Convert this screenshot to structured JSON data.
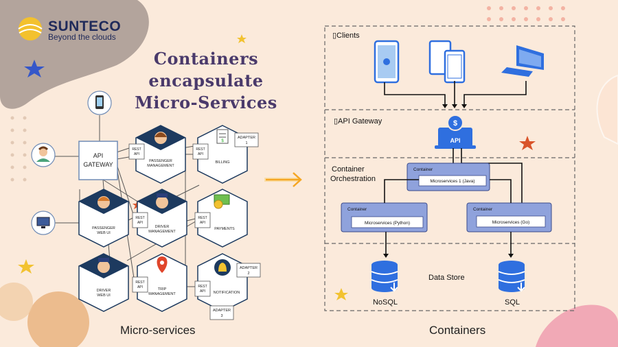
{
  "brand": {
    "name": "SUNTECO",
    "tagline": "Beyond the clouds"
  },
  "title_line1": "Containers encapsulate",
  "title_line2": "Micro-Services",
  "left": {
    "caption": "Micro-services",
    "gateway": {
      "line1": "API",
      "line2": "GATEWAY"
    },
    "rest_api": {
      "line1": "REST",
      "line2": "API"
    },
    "services": [
      {
        "line1": "PASSENGER",
        "line2": "MANAGEMENT"
      },
      {
        "line1": "BILLING",
        "line2": ""
      },
      {
        "line1": "PASSENGER",
        "line2": "WEB UI"
      },
      {
        "line1": "DRIVER",
        "line2": "MANAGEMENT"
      },
      {
        "line1": "PAYMENTS",
        "line2": ""
      },
      {
        "line1": "DRIVER",
        "line2": "WEB UI"
      },
      {
        "line1": "TRIP",
        "line2": "MANAGEMENT"
      },
      {
        "line1": "NOTIFICATION",
        "line2": ""
      }
    ],
    "adapters": [
      {
        "line1": "ADAPTER",
        "line2": "1"
      },
      {
        "line1": "ADAPTER",
        "line2": "2"
      },
      {
        "line1": "ADAPTER",
        "line2": "3"
      }
    ]
  },
  "right": {
    "caption": "Containers",
    "clients_label": "▯Clients",
    "gateway_label": "▯API Gateway",
    "api_icon_text": "API",
    "orchestration_line1": "Container",
    "orchestration_line2": "Orchestration",
    "container_label": "Container",
    "ms_java": "Microservices 1 (Java)",
    "ms_python": "Microservices (Python)",
    "ms_go": "Microservices (Go)",
    "data_store_label": "Data Store",
    "nosql": "NoSQL",
    "sql": "SQL"
  },
  "colors": {
    "accent_blue": "#2f6fdf",
    "container_fill": "#8fa2dc",
    "hex_navy": "#1d3a5f",
    "title": "#4a3a6b",
    "star_orange": "#d9542a",
    "star_yellow": "#f2c230"
  }
}
